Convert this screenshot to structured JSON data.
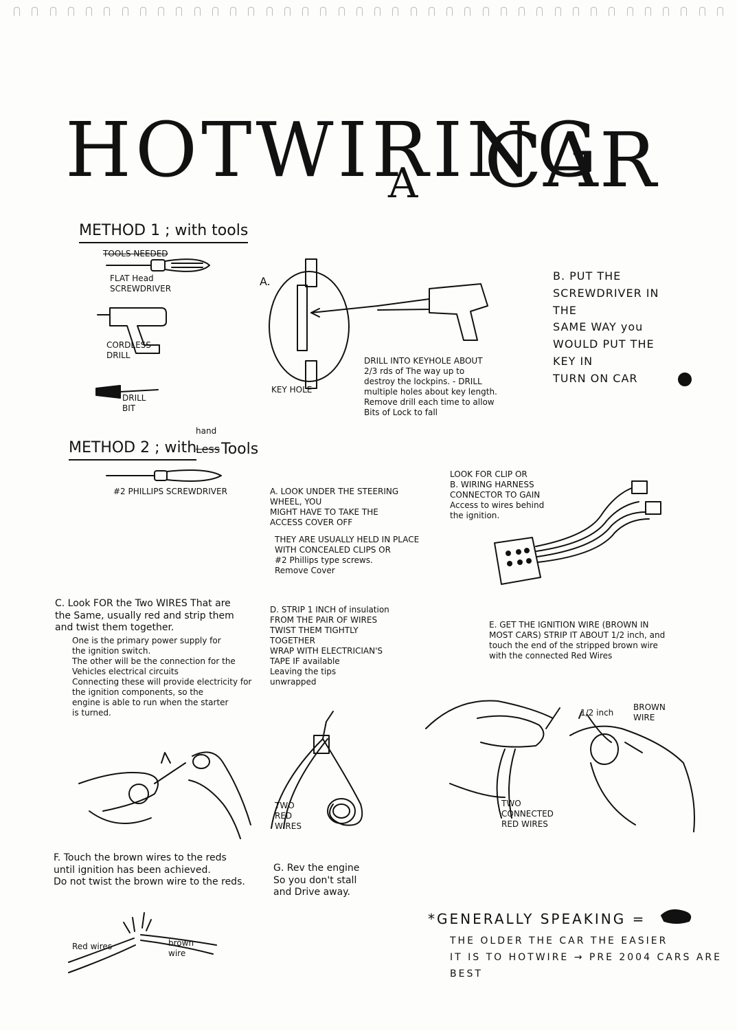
{
  "title": {
    "part1": "HOTWIRING",
    "part2": "A",
    "part3": "CAR"
  },
  "method1": {
    "heading": "METHOD 1  ;  with tools",
    "tools_needed": "TOOLS NEEDED",
    "screwdriver_label": "FLAT Head\nSCREWDRIVER",
    "drill_label": "CORDLESS\nDRILL",
    "bit_label": "DRILL\nBIT",
    "step_a_marker": "A.",
    "keyhole_label": "KEY HOLE",
    "step_a_text": "DRILL INTO KEYHOLE ABOUT\n2/3 rds of The way up to\ndestroy the lockpins. - DRILL\nmultiple holes about key length.\nRemove drill each time to allow\nBits of Lock to fall",
    "step_b_text": "B. PUT THE\nSCREWDRIVER IN\nTHE\nSAME WAY you\nWOULD PUT THE\nKEY IN\nTURN ON CAR"
  },
  "method2": {
    "heading": "METHOD 2  ; with",
    "heading_correction": "hand",
    "heading_struck": "Less",
    "heading_tail": "Tools",
    "phillips_label": "#2 PHILLIPS SCREWDRIVER",
    "step_a_text": "A. LOOK UNDER THE STEERING\nWHEEL, YOU\nMIGHT HAVE TO TAKE THE\nACCESS COVER OFF",
    "step_a_text2": "THEY ARE USUALLY HELD IN PLACE\nWITH CONCEALED CLIPS OR\n#2 Phillips type       screws.\nRemove Cover",
    "step_b_text": "LOOK FOR CLIP OR\nB. WIRING HARNESS\nCONNECTOR TO GAIN\nAccess to wires behind\nthe ignition.",
    "step_c_text": "C. Look FOR the Two WIRES That are\nthe Same, usually red and strip them\nand twist them together.",
    "step_c_text2": "One is the primary power supply for\nthe ignition switch.\nThe other will be the connection for the\nVehicles electrical circuits\nConnecting these will provide electricity for\nthe ignition components, so the\nengine is able to run when the starter\nis turned.",
    "step_d_text": "D. STRIP 1 INCH of insulation\nFROM THE PAIR OF WIRES\nTWIST THEM TIGHTLY\nTOGETHER\nWRAP WITH ELECTRICIAN'S\nTAPE IF available\nLeaving the tips\nunwrapped",
    "two_red_wires": "TWO\nRED\nWIRES",
    "step_e_text": "E. GET THE IGNITION WIRE (BROWN IN\nMOST CARS) STRIP IT ABOUT 1/2 inch, and\ntouch the end of the stripped brown wire\nwith the connected Red Wires",
    "half_inch": "1/2 inch",
    "brown_wire": "BROWN\nWIRE",
    "two_connected": "TWO\nCONNECTED\nRED WIRES",
    "step_f_text": "F. Touch the brown wires to the reds\nuntil ignition has been achieved.\nDo not twist the brown wire to the reds.",
    "red_wires_label": "Red wires",
    "brown_wire_label": "brown\nwire",
    "step_g_text": "G. Rev the engine\nSo you don't stall\nand Drive away.",
    "generally_heading": "*GENERALLY SPEAKING =",
    "generally_text": "THE OLDER THE CAR THE EASIER\nIT IS TO HOTWIRE → PRE 2004 CARS ARE\nBEST"
  }
}
